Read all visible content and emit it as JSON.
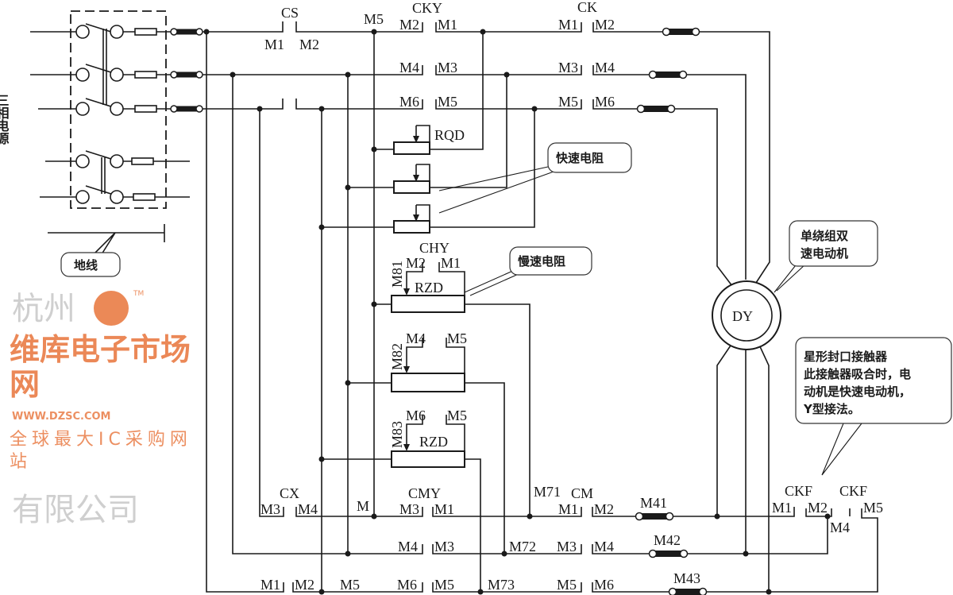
{
  "power_source": "三相电源",
  "ground_callout": "地线",
  "fast_resistor_callout": "快速电阻",
  "slow_resistor_callout": "慢速电阻",
  "motor_callout": [
    "单绕组双",
    "速电动机"
  ],
  "star_contactor_callout": [
    "星形封口接触器",
    "此接触器吸合时，电",
    "动机是快速电动机，",
    "Y型接法。"
  ],
  "motor": {
    "label": "DY"
  },
  "cs": {
    "name": "CS",
    "m1": "M1",
    "m2": "M2"
  },
  "top_m5": "M5",
  "cky": {
    "name": "CKY",
    "rows": [
      [
        "M2",
        "M1"
      ],
      [
        "M4",
        "M3"
      ],
      [
        "M6",
        "M5"
      ]
    ]
  },
  "ck": {
    "name": "CK",
    "rows": [
      [
        "M1",
        "M2"
      ],
      [
        "M3",
        "M4"
      ],
      [
        "M5",
        "M6"
      ]
    ]
  },
  "rqd": "RQD",
  "chy": {
    "name": "CHY",
    "m2": "M2",
    "m1": "M1",
    "rzd": "RZD",
    "tap": "M81"
  },
  "m82": {
    "tap": "M82",
    "m4": "M4",
    "m5": "M5"
  },
  "m83": {
    "tap": "M83",
    "m6": "M6",
    "m5": "M5",
    "rzd": "RZD"
  },
  "cx": {
    "name": "CX",
    "m3": "M3",
    "m4": "M4"
  },
  "node_m": "M",
  "cmy": {
    "name": "CMY",
    "rows": [
      [
        "M3",
        "M1"
      ],
      [
        "M4",
        "M3"
      ],
      [
        "M6",
        "M5"
      ]
    ]
  },
  "bottom_left": {
    "m1": "M1",
    "m2": "M2",
    "m5": "M5"
  },
  "nodes": {
    "m71": "M71",
    "m72": "M72",
    "m73": "M73"
  },
  "cm": {
    "name": "CM",
    "rows": [
      [
        "M1",
        "M2"
      ],
      [
        "M3",
        "M4"
      ],
      [
        "M5",
        "M6"
      ]
    ]
  },
  "coils": {
    "m41": "M41",
    "m42": "M42",
    "m43": "M43"
  },
  "ckf": {
    "name1": "CKF",
    "name2": "CKF",
    "m1": "M1",
    "m2": "M2",
    "m5": "M5",
    "m4": "M4"
  },
  "watermark": {
    "logo": "维库电子市场网",
    "url": "WWW.DZSC.COM",
    "slogan": "全球最大IC采购网站",
    "tm": "TM",
    "company_left": "杭州",
    "company_right": "有限公司"
  }
}
